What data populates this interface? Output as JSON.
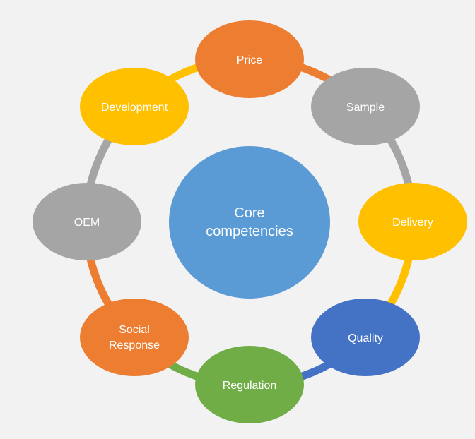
{
  "center": {
    "line1": "Core",
    "line2": "competencies",
    "color": "#5b9bd5"
  },
  "nodes": [
    {
      "id": "price",
      "line1": "Price",
      "line2": "",
      "color": "#ed7d31"
    },
    {
      "id": "sample",
      "line1": "Sample",
      "line2": "",
      "color": "#a5a5a5"
    },
    {
      "id": "delivery",
      "line1": "Delivery",
      "line2": "",
      "color": "#ffc000"
    },
    {
      "id": "quality",
      "line1": "Quality",
      "line2": "",
      "color": "#4472c4"
    },
    {
      "id": "regulation",
      "line1": "Regulation",
      "line2": "",
      "color": "#70ad47"
    },
    {
      "id": "social-response",
      "line1": "Social",
      "line2": "Response",
      "color": "#ed7d31"
    },
    {
      "id": "oem",
      "line1": "OEM",
      "line2": "",
      "color": "#a5a5a5"
    },
    {
      "id": "development",
      "line1": "Development",
      "line2": "",
      "color": "#ffc000"
    }
  ],
  "connectors": [
    {
      "from": "price",
      "to": "sample",
      "color": "#ed7d31"
    },
    {
      "from": "sample",
      "to": "delivery",
      "color": "#a5a5a5"
    },
    {
      "from": "delivery",
      "to": "quality",
      "color": "#ffc000"
    },
    {
      "from": "quality",
      "to": "regulation",
      "color": "#4472c4"
    },
    {
      "from": "regulation",
      "to": "social-response",
      "color": "#70ad47"
    },
    {
      "from": "social-response",
      "to": "oem",
      "color": "#ed7d31"
    },
    {
      "from": "oem",
      "to": "development",
      "color": "#a5a5a5"
    },
    {
      "from": "development",
      "to": "price",
      "color": "#ffc000"
    }
  ]
}
